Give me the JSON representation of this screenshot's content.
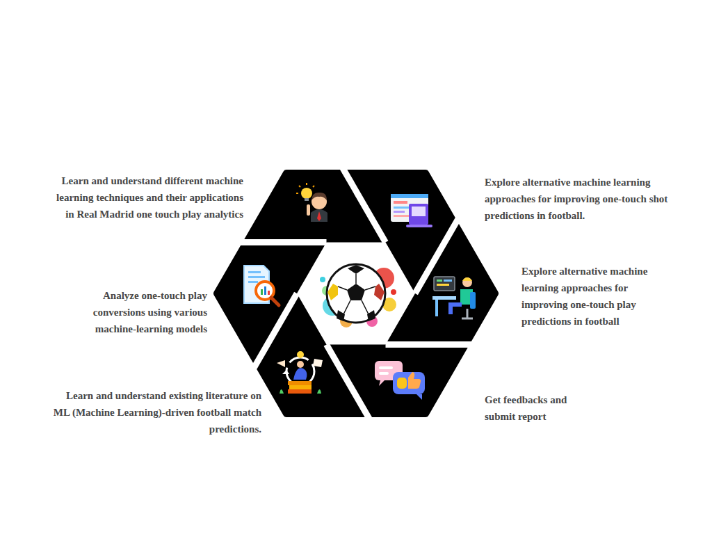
{
  "diagram": {
    "labels": [
      "Learn and understand different machine learning techniques and their applications in Real Madrid one touch play analytics",
      "Explore alternative machine learning approaches for improving one-touch shot predictions in football.",
      "Analyze one-touch play conversions using various machine-learning models",
      "Explore alternative machine learning approaches for improving one-touch play predictions in football",
      "Learn and understand existing literature on ML (Machine Learning)-driven football match predictions.",
      "Get feedbacks and submit report"
    ]
  }
}
